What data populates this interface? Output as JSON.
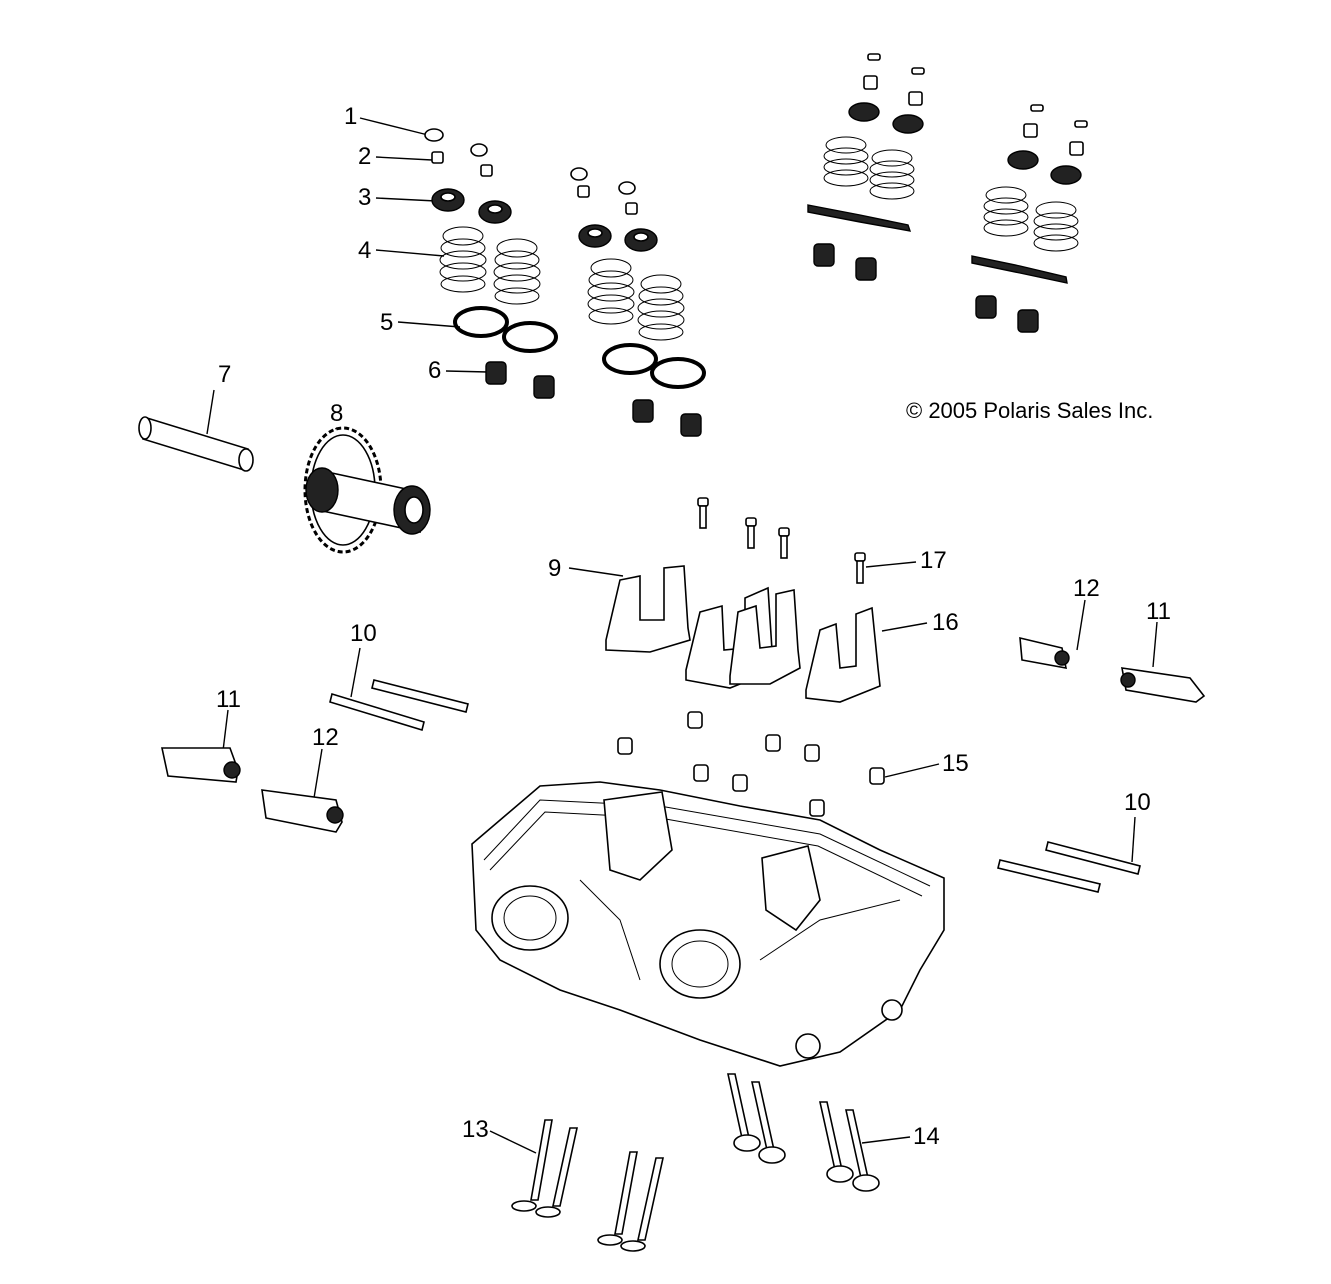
{
  "copyright": "© 2005 Polaris Sales Inc.",
  "callouts": [
    "1",
    "2",
    "3",
    "4",
    "5",
    "6",
    "7",
    "8",
    "9",
    "10",
    "11",
    "12",
    "16",
    "17",
    "15",
    "13",
    "14"
  ]
}
